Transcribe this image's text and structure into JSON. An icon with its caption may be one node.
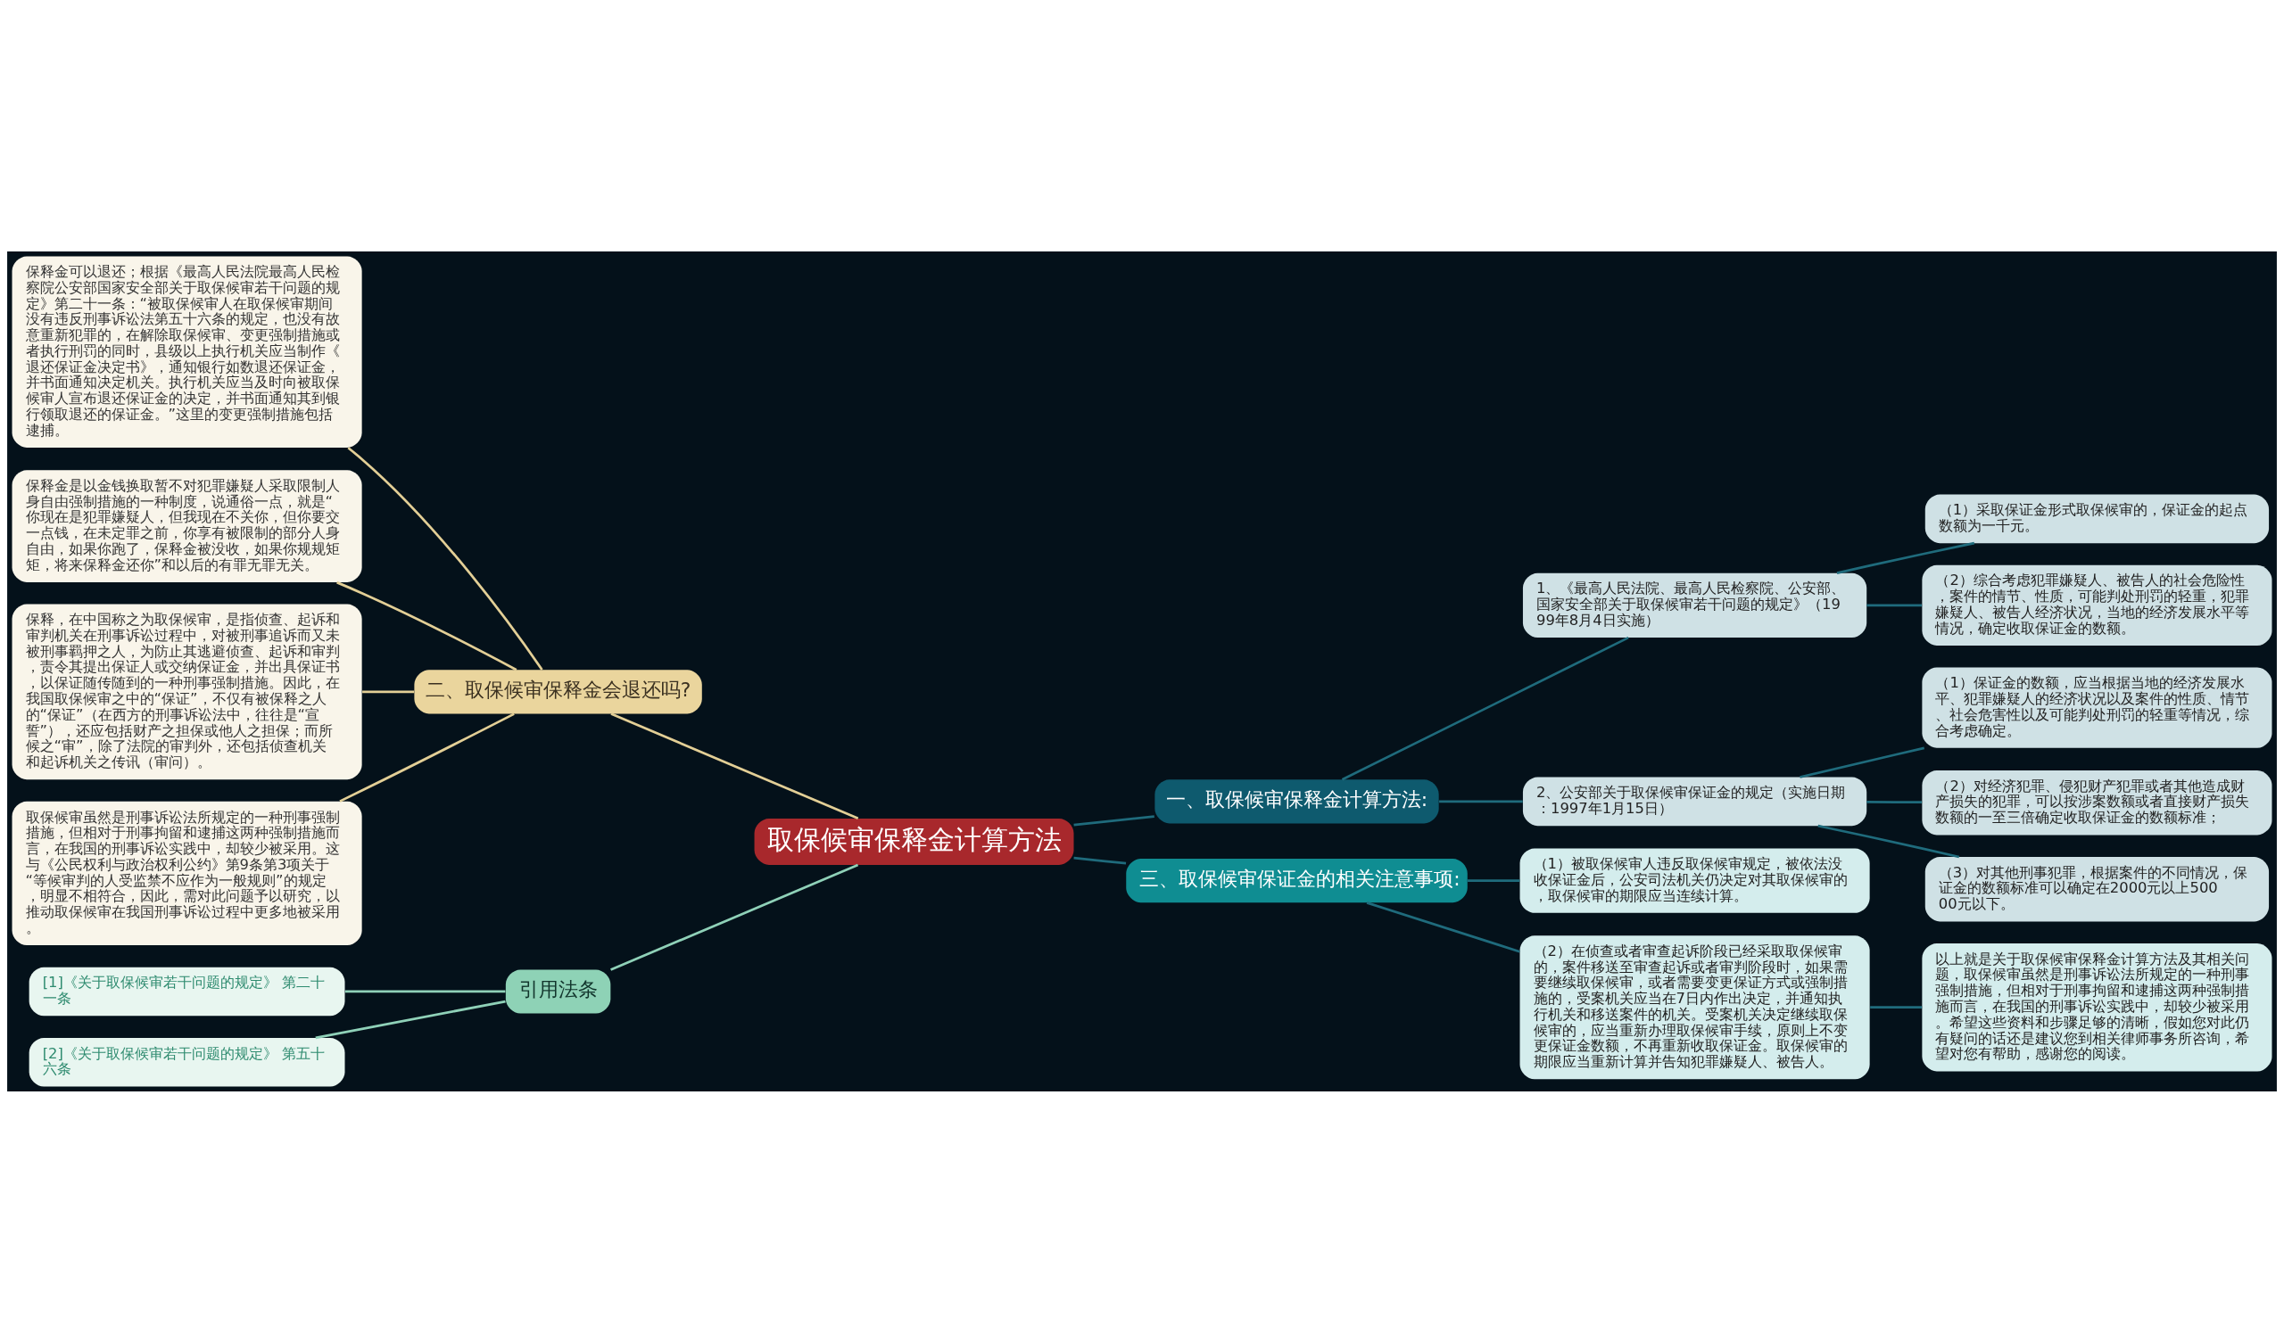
{
  "diagram": {
    "nodes": [
      {
        "text": [
          "取保候审保释金计算方法"
        ]
      },
      {
        "text": [
          "二、取保候审保释金会退还吗?"
        ]
      },
      {
        "text": [
          "保释金可以退还；根据《最高人民法院最高人民检察院公安部国家安全部关于取保候审若干问题的规定》第二十一条：“被取保候审人在取保候审期间没有违反刑事诉讼法第五十六条的规定，也没有故意重新犯罪的，在解除取保候审、变更强制措施或者执行刑罚的同时，县级以上执行机关应当制作《退还保证金决定书》，通知银行如数退还保证金，并书面通知决定机关。执行机关应当及时向被取保候审人宣布退还保证金的决定，并书面通知其到银行领取退还的保证金。”这里的变更强制措施包括逮捕。"
        ]
      },
      {
        "text": [
          "保释金是以金钱换取暂不对犯罪嫌疑人采取限制人身自由强制措施的一种制度，说通俗一点，就是“你现在是犯罪嫌疑人，但我现在不关你，但你要交一点钱，在未定罪之前，你享有被限制的部分人身自由，如果你跑了，保释金被没收，如果你规规矩矩，将来保释金还你”和以后的有罪无罪无关。"
        ]
      },
      {
        "text": [
          "保释，在中国称之为取保候审，是指侦查、起诉和审判机关在刑事诉讼过程中，对被刑事追诉而又未被刑事羁押之人，为防止其逃避侦查、起诉和审判，责令其提出保证人或交纳保证金，并出具保证书，以保证随传随到的一种刑事强制措施。因此，在我国取保候审之中的“保证”，不仅有被保释之人的“保证”（在西方的刑事诉讼法中，往往是“宣誓”），还应包括财产之担保或他人之担保；而所候之“审”，除了法院的审判外，还包括侦查机关和起诉机关之传讯（审问）。"
        ]
      },
      {
        "text": [
          "取保候审虽然是刑事诉讼法所规定的一种刑事强制措施，但相对于刑事拘留和逮捕这两种强制措施而言，在我国的刑事诉讼实践中，却较少被采用。这与《公民权利与政治权利公约》第9条第3项关于“等候审判的人受监禁不应作为一般规则”的规定，明显不相符合，因此，需对此问题予以研究，以推动取保候审在我国刑事诉讼过程中更多地被采用。"
        ]
      },
      {
        "text": [
          "引用法条"
        ]
      },
      {
        "text": [
          "[1]《关于取保候审若干问题的规定》 第二十一条"
        ]
      },
      {
        "text": [
          "[2]《关于取保候审若干问题的规定》 第五十六条"
        ]
      },
      {
        "text": [
          "一、取保候审保释金计算方法:"
        ]
      },
      {
        "text": [
          "1、《最高人民法院、最高人民检察院、公安部、国家安全部关于取保候审若干问题的规定》（1999年8月4日实施）"
        ]
      },
      {
        "text": [
          "（1）采取保证金形式取保候审的，保证金的起点数额为一千元。"
        ]
      },
      {
        "text": [
          "（2）综合考虑犯罪嫌疑人、被告人的社会危险性，案件的情节、性质，可能判处刑罚的轻重，犯罪嫌疑人、被告人经济状况，当地的经济发展水平等情况，确定收取保证金的数额。"
        ]
      },
      {
        "text": [
          "2、公安部关于取保候审保证金的规定（实施日期：1997年1月15日）"
        ]
      },
      {
        "text": [
          "（1）保证金的数额，应当根据当地的经济发展水平、犯罪嫌疑人的经济状况以及案件的性质、情节、社会危害性以及可能判处刑罚的轻重等情况，综合考虑确定。"
        ]
      },
      {
        "text": [
          "（2）对经济犯罪、侵犯财产犯罪或者其他造成财产损失的犯罪，可以按涉案数额或者直接财产损失数额的一至三倍确定收取保证金的数额标准；"
        ]
      },
      {
        "text": [
          "（3）对其他刑事犯罪，根据案件的不同情况，保证金的数额标准可以确定在2000元以上50000元以下。"
        ]
      },
      {
        "text": [
          "三、取保候审保证金的相关注意事项:"
        ]
      },
      {
        "text": [
          "（1）被取保候审人违反取保候审规定，被依法没收保证金后，公安司法机关仍决定对其取保候审的，取保候审的期限应当连续计算。"
        ]
      },
      {
        "text": [
          "（2）在侦查或者审查起诉阶段已经采取取保候审的，案件移送至审查起诉或者审判阶段时，如果需要继续取保候审，或者需要变更保证方式或强制措施的，受案机关应当在7日内作出决定，并通知执行机关和移送案件的机关。受案机关决定继续取保候审的，应当重新办理取保候审手续，原则上不变更保证金数额，不再重新收取保证金。取保候审的期限应当重新计算并告知犯罪嫌疑人、被告人。"
        ]
      },
      {
        "text": [
          "以上就是关于取保候审保释金计算方法及其相关问题，取保候审虽然是刑事诉讼法所规定的一种刑事强制措施，但相对于刑事拘留和逮捕这两种强制措施而言，在我国的刑事诉讼实践中，却较少被采用。希望这些资料和步骤足够的清晰，假如您对此仍有疑问的话还是建议您到相关律师事务所咨询，希望对您有帮助，感谢您的阅读。"
        ]
      }
    ],
    "edges": [
      {
        "from": 2,
        "to": 1,
        "arrow": "none",
        "color": "#e3cf96"
      },
      {
        "from": 3,
        "to": 1,
        "arrow": "none",
        "color": "#e3cf96"
      },
      {
        "from": 4,
        "to": 1,
        "arrow": "none",
        "color": "#e3cf96"
      },
      {
        "from": 5,
        "to": 1,
        "arrow": "none",
        "color": "#e3cf96"
      },
      {
        "from": 1,
        "to": 0,
        "arrow": "none",
        "color": "#e3cf96"
      },
      {
        "from": 7,
        "to": 6,
        "arrow": "none",
        "color": "#8fd1b8"
      },
      {
        "from": 8,
        "to": 6,
        "arrow": "none",
        "color": "#8fd1b8"
      },
      {
        "from": 6,
        "to": 0,
        "arrow": "none",
        "color": "#8fd1b8"
      },
      {
        "from": 0,
        "to": 9,
        "arrow": "none"
      },
      {
        "from": 9,
        "to": 10,
        "arrow": "none"
      },
      {
        "from": 10,
        "to": 11,
        "arrow": "none"
      },
      {
        "from": 10,
        "to": 12,
        "arrow": "none"
      },
      {
        "from": 9,
        "to": 13,
        "arrow": "none"
      },
      {
        "from": 13,
        "to": 14,
        "arrow": "none"
      },
      {
        "from": 13,
        "to": 15,
        "arrow": "none"
      },
      {
        "from": 13,
        "to": 16,
        "arrow": "none"
      },
      {
        "from": 0,
        "to": 17,
        "arrow": "none"
      },
      {
        "from": 17,
        "to": 18,
        "arrow": "none"
      },
      {
        "from": 17,
        "to": 19,
        "arrow": "none"
      },
      {
        "from": 19,
        "to": 20,
        "arrow": "none"
      }
    ]
  }
}
